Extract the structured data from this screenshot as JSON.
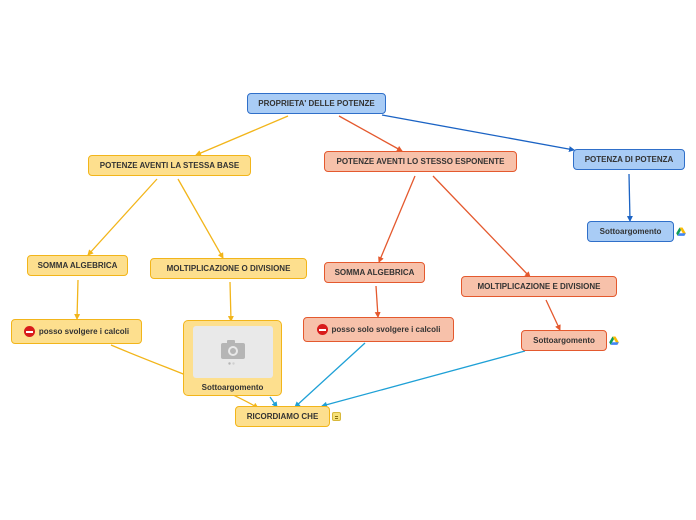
{
  "diagram": {
    "nodes": {
      "root": "PROPRIETA' DELLE POTENZE",
      "stessa_base": "POTENZE AVENTI LA STESSA BASE",
      "stesso_esponente": "POTENZE AVENTI LO STESSO ESPONENTE",
      "potenza_di_potenza": "POTENZA DI POTENZA",
      "sottoargomento_blue": "Sottoargomento",
      "somma_1": "SOMMA ALGEBRICA",
      "molt_div_1": "MOLTIPLICAZIONE O DIVISIONE",
      "somma_2": "SOMMA ALGEBRICA",
      "molt_div_2": "MOLTIPLICAZIONE E DIVISIONE",
      "posso_svolgere": "posso svolgere i calcoli",
      "sottoargomento_img": "Sottoargomento",
      "posso_solo": "posso solo svolgere i calcoli",
      "sottoargomento_salmon": "Sottoargomento",
      "ricordiamo": "RICORDIAMO CHE"
    },
    "colors": {
      "blue_fill": "#a9ccf5",
      "blue_border": "#2f6fc9",
      "blue_line": "#1b63c4",
      "yellow_fill": "#fddf8e",
      "yellow_border": "#f2b51a",
      "yellow_line": "#f2b51a",
      "salmon_fill": "#f7c1aa",
      "salmon_border": "#e4592e",
      "salmon_line": "#e4592e",
      "cyan_line": "#1ea0d6"
    },
    "icons": {
      "stop": "no-entry-icon",
      "drive": "google-drive-icon",
      "note": "note-icon",
      "image": "camera-icon"
    }
  }
}
